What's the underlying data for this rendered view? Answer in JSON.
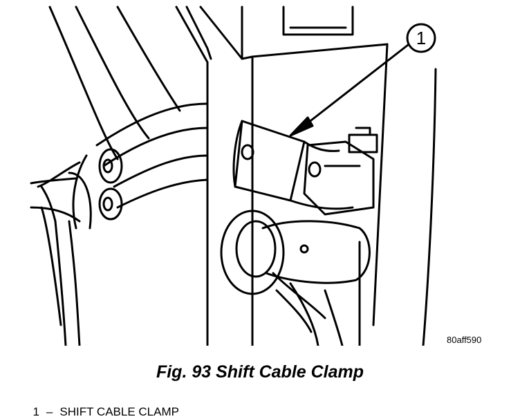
{
  "figure": {
    "callout_number": "1",
    "part_id": "80aff590",
    "caption": "Fig. 93 Shift Cable Clamp",
    "legend": [
      {
        "number": "1",
        "separator": "–",
        "label": "SHIFT CABLE CLAMP"
      }
    ]
  }
}
